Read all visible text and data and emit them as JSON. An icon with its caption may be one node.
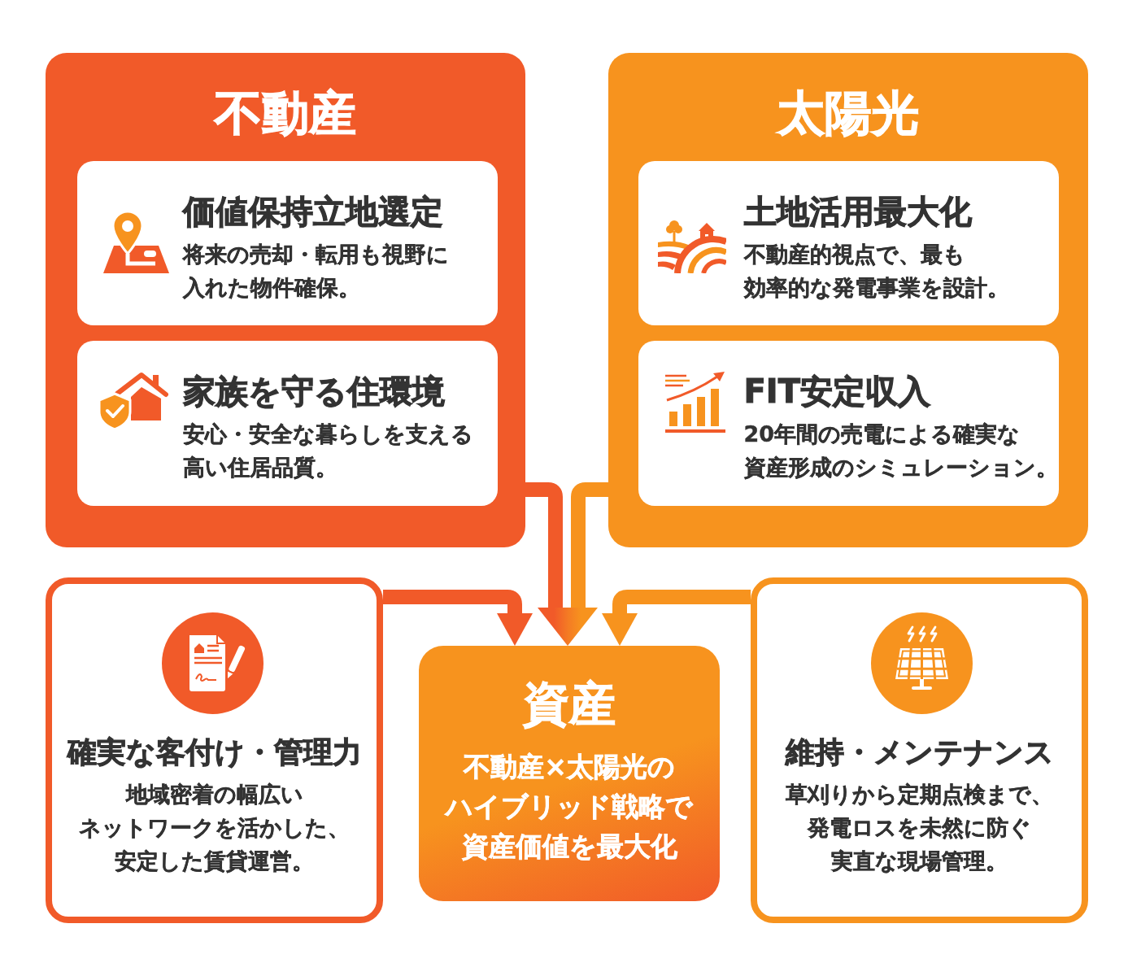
{
  "diagram": {
    "nodes": [
      {
        "text": [
          "不動産"
        ]
      },
      {
        "text": [
          "価値保持立地選定",
          "将来の売却・転用も視野に入れた物件確保。"
        ],
        "in": 0
      },
      {
        "text": [
          "家族を守る住環境",
          "安心・安全な暮らしを支える高い住居品質。"
        ],
        "in": 0
      },
      {
        "text": [
          "太陽光"
        ]
      },
      {
        "text": [
          "土地活用最大化",
          "不動産的視点で、最も効率的な発電事業を設計。"
        ],
        "in": 3
      },
      {
        "text": [
          "FIT安定収入",
          "20年間の売電による確実な資産形成のシミュレーション。"
        ],
        "in": 3
      },
      {
        "text": [
          "確実な客付け・管理力",
          "地域密着の幅広いネットワークを活かした、安定した賃貸運営。"
        ]
      },
      {
        "text": [
          "資産",
          "不動産×太陽光のハイブリッド戦略で資産価値を最大化"
        ]
      },
      {
        "text": [
          "維持・メンテナンス",
          "草刈りから定期点検まで、発電ロスを未然に防ぐ実直な現場管理。"
        ]
      }
    ],
    "edges": [
      {
        "from": 0,
        "to": 7,
        "arrow": "to",
        "color": "#f15a29"
      },
      {
        "from": 3,
        "to": 7,
        "arrow": "to",
        "color": "#f7931e"
      },
      {
        "from": 6,
        "to": 7,
        "arrow": "to",
        "color": "#f15a29"
      },
      {
        "from": 8,
        "to": 7,
        "arrow": "to",
        "color": "#f7931e"
      }
    ]
  }
}
